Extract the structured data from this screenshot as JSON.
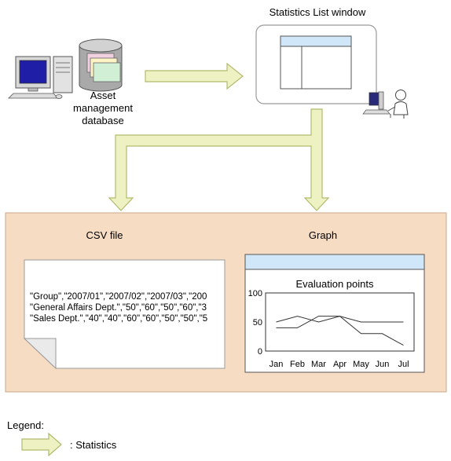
{
  "labels": {
    "stats_window": "Statistics List window",
    "database_lines": [
      "Asset",
      "management",
      "database"
    ],
    "csv_file": "CSV file",
    "graph": "Graph",
    "legend_title": "Legend:",
    "legend_item": ": Statistics"
  },
  "csv": {
    "lines": [
      "\"Group\",\"2007/01\",\"2007/02\",\"2007/03\",\"200",
      "\"General Affairs Dept.\",\"50\",\"60\",\"50\",\"60\",\"3",
      "\"Sales Dept.\",\"40\",\"40\",\"60\",\"60\",\"50\",\"50\",\"5"
    ]
  },
  "colors": {
    "arrow_fill": "#eef2c2",
    "arrow_stroke": "#b3ba6e",
    "panel_fill": "#f7dcc4",
    "panel_stroke": "#c9a98c",
    "titlebar_fill": "#cfe7f8",
    "monitor_screen": "#1e1ea6"
  },
  "icons": {
    "pc": "desktop-computer-icon",
    "database": "database-cylinder-icon",
    "user": "user-at-computer-icon",
    "csv": "dog-eared-document-icon"
  },
  "chart_data": {
    "type": "line",
    "title": "Evaluation points",
    "categories": [
      "Jan",
      "Feb",
      "Mar",
      "Apr",
      "May",
      "Jun",
      "Jul"
    ],
    "yticks": [
      0,
      50,
      100
    ],
    "ylim": [
      0,
      100
    ],
    "grid": false,
    "series": [
      {
        "values": [
          50,
          60,
          50,
          60,
          50,
          50,
          50
        ]
      },
      {
        "values": [
          40,
          40,
          60,
          60,
          30,
          30,
          10
        ]
      }
    ]
  }
}
